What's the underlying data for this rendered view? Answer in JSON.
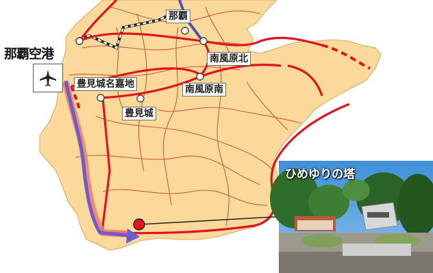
{
  "airport": {
    "name": "那覇空港",
    "icon": "airplane-icon"
  },
  "stations": {
    "naha": "那覇",
    "minamikazeharu_kita": "南風原北",
    "minamikazeharu_minami": "南風原南",
    "tomigusuku_meika": "豊見城名嘉地",
    "tomigusuku": "豊見城"
  },
  "destination": {
    "name": "ひめゆりの塔",
    "marker_color": "#e8141e"
  },
  "colors": {
    "land": "#fbd99a",
    "road_main": "#e0141e",
    "road_minor": "#c85a40",
    "route_arrow": "#6e5ad2",
    "railway": "#ffffff"
  }
}
